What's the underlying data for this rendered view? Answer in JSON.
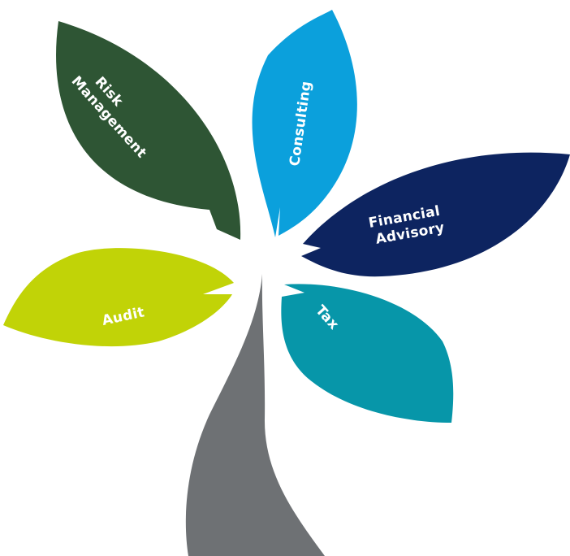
{
  "diagram": {
    "petals": [
      {
        "id": "risk",
        "label_lines": [
          "Risk",
          "Management"
        ],
        "color": "#2e5534"
      },
      {
        "id": "consulting",
        "label_lines": [
          "Consulting"
        ],
        "color": "#0ba0dc"
      },
      {
        "id": "financial",
        "label_lines": [
          "Financial",
          "Advisory"
        ],
        "color": "#0d2460"
      },
      {
        "id": "audit",
        "label_lines": [
          "Audit"
        ],
        "color": "#c1d307"
      },
      {
        "id": "tax",
        "label_lines": [
          "Tax"
        ],
        "color": "#0796a9"
      }
    ],
    "stem": {
      "color": "#6e7174"
    }
  }
}
